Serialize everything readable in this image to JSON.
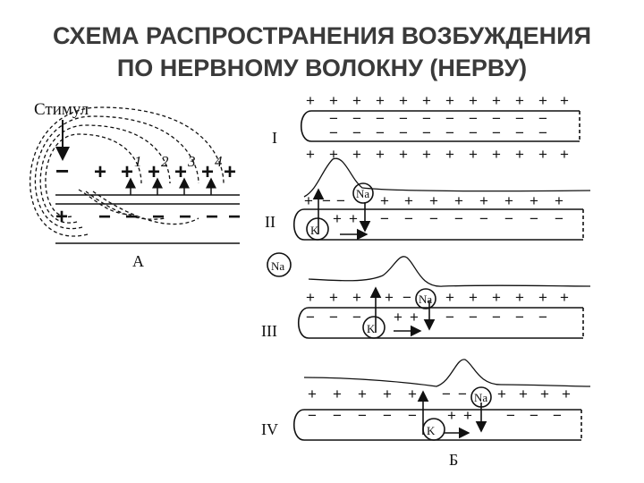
{
  "title": {
    "line1": "СХЕМА РАСПРОСТРАНЕНИЯ ВОЗБУЖДЕНИЯ",
    "line2": "ПО НЕРВНОМУ ВОЛОКНУ (НЕРВУ)"
  },
  "panel_a": {
    "stimulus_label": "Стимул",
    "step_labels": [
      "1",
      "2",
      "3",
      "4"
    ],
    "caption": "А"
  },
  "panel_b": {
    "caption": "Б",
    "stage_labels": [
      "I",
      "II",
      "III",
      "IV"
    ],
    "ion_na": "Na",
    "ion_k": "K",
    "plus": "+",
    "minus": "−"
  },
  "colors": {
    "ink": "#111111",
    "title": "#3a3a3a"
  }
}
